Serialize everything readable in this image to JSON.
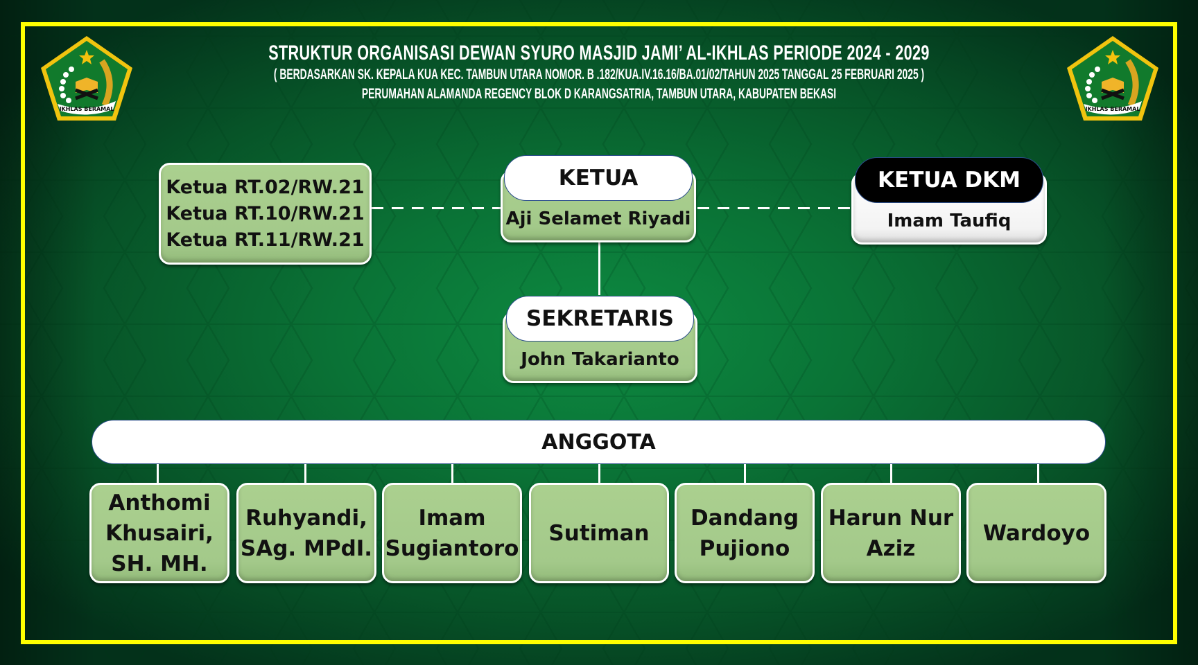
{
  "header": {
    "title": "STRUKTUR ORGANISASI DEWAN SYURO MASJID JAMI’ AL-IKHLAS PERIODE 2024 - 2029",
    "decree": "( BERDASARKAN SK. KEPALA KUA  KEC. TAMBUN UTARA NOMOR. B .182/KUA.IV.16.16/BA.01/02/TAHUN 2025 TANGGAL 25 FEBRUARI 2025 )",
    "address": "PERUMAHAN ALAMANDA REGENCY BLOK D KARANGSATRIA, TAMBUN UTARA, KABUPATEN BEKASI",
    "logo_left": "kemenag-emblem-icon",
    "logo_right": "kemenag-emblem-icon",
    "logo_motto": "IKHLAS BERAMAL"
  },
  "advisors": {
    "lines": [
      "Ketua RT.02/RW.21",
      "Ketua RT.10/RW.21",
      "Ketua RT.11/RW.21"
    ]
  },
  "ketua": {
    "title": "KETUA",
    "name": "Aji Selamet Riyadi"
  },
  "ketua_dkm": {
    "title": "KETUA DKM",
    "name": "Imam Taufiq"
  },
  "sekretaris": {
    "title": "SEKRETARIS",
    "name": "John Takarianto"
  },
  "anggota": {
    "title": "ANGGOTA",
    "members": [
      {
        "lines": [
          "Anthomi",
          "Khusairi,",
          "SH. MH."
        ]
      },
      {
        "lines": [
          "Ruhyandi,",
          "SAg. MPdI."
        ]
      },
      {
        "lines": [
          "Imam",
          "Sugiantoro"
        ]
      },
      {
        "lines": [
          "Sutiman"
        ]
      },
      {
        "lines": [
          "Dandang",
          "Pujiono"
        ]
      },
      {
        "lines": [
          "Harun Nur",
          "Aziz"
        ]
      },
      {
        "lines": [
          "Wardoyo"
        ]
      }
    ]
  },
  "colors": {
    "frame": "#ffff00",
    "background_center": "#0b7d3c",
    "background_edge": "#03311a",
    "box_fill": "#a6cc8b",
    "header_pill": "#ffffff",
    "dkm_header": "#000000"
  }
}
